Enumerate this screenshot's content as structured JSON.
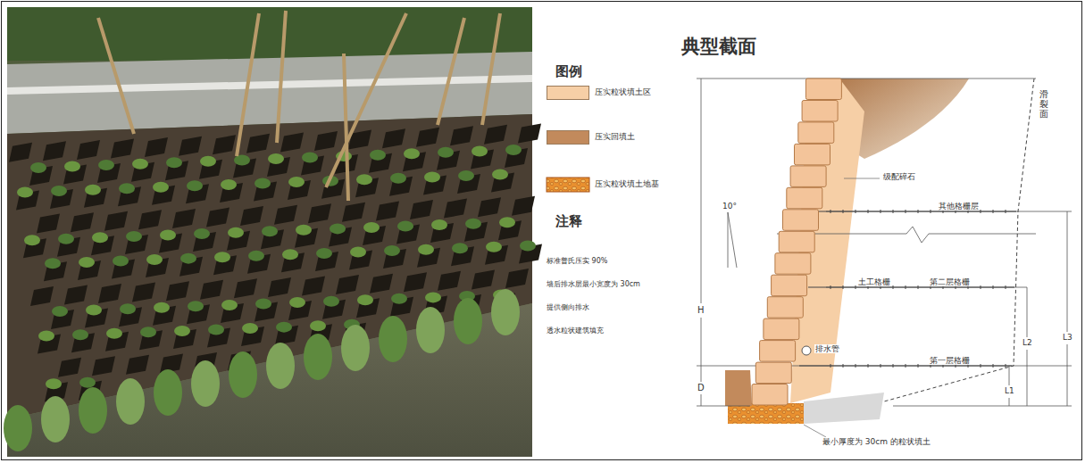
{
  "diagram": {
    "title": "典型截面",
    "labels": [
      "图例",
      "注释",
      "标准普氏压实 90%",
      "墙后排水层最小宽度为 30cm",
      "提供侧向排水",
      "透水粒状建筑填充",
      "级配碎石",
      "滑裂面",
      "其他格栅层",
      "土工格栅",
      "第二层格栅",
      "排水管",
      "第一层格栅",
      "最小厚度为 30cm 的粒状填土",
      "10°",
      "H",
      "D",
      "L1",
      "L2",
      "L3"
    ],
    "legend": [
      {
        "text": "压实粒状填土区",
        "color": "#f6cfa6"
      },
      {
        "text": "压实回填土",
        "color": "#c28a5c"
      },
      {
        "text": "压实粒状填土地基"
      }
    ]
  }
}
